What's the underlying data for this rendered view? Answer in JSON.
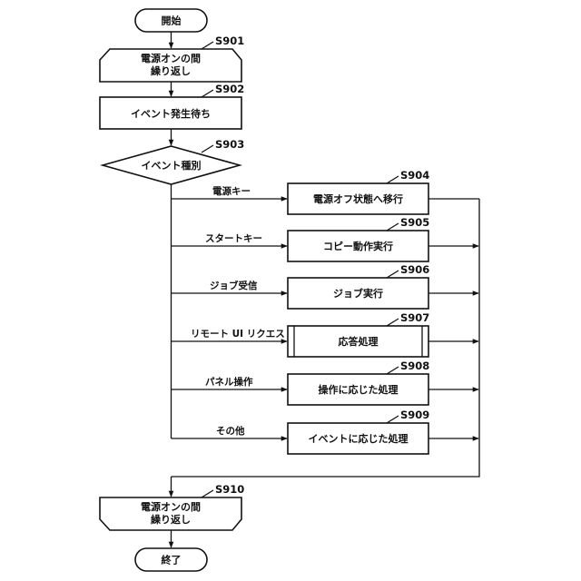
{
  "start": "開始",
  "end": "終了",
  "loop_start": {
    "step": "S901",
    "lines": [
      "電源オンの間",
      "繰り返し"
    ]
  },
  "wait": {
    "step": "S902",
    "label": "イベント発生待ち"
  },
  "decision": {
    "step": "S903",
    "label": "イベント種別"
  },
  "branches": [
    {
      "label": "電源キー",
      "step": "S904",
      "action": "電源オフ状態へ移行"
    },
    {
      "label": "スタートキー",
      "step": "S905",
      "action": "コピー動作実行"
    },
    {
      "label": "ジョブ受信",
      "step": "S906",
      "action": "ジョブ実行"
    },
    {
      "label": "リモート UI リクエスト",
      "step": "S907",
      "action": "応答処理"
    },
    {
      "label": "パネル操作",
      "step": "S908",
      "action": "操作に応じた処理"
    },
    {
      "label": "その他",
      "step": "S909",
      "action": "イベントに応じた処理"
    }
  ],
  "loop_end": {
    "step": "S910",
    "lines": [
      "電源オンの間",
      "繰り返し"
    ]
  }
}
